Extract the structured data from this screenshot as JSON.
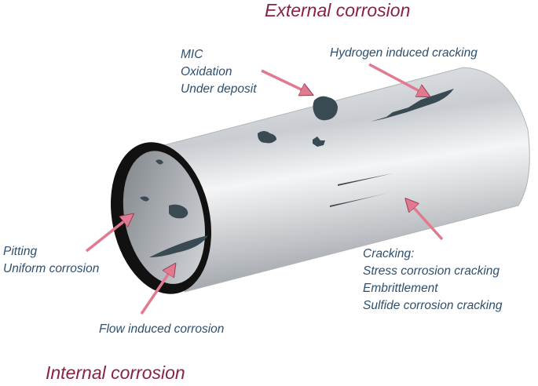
{
  "headings": {
    "external": "External corrosion",
    "internal": "Internal corrosion"
  },
  "labels": {
    "mic": [
      "MIC",
      "Oxidation",
      "Under deposit"
    ],
    "hydrogen": "Hydrogen induced cracking",
    "pitting": [
      "Pitting",
      "Uniform corrosion"
    ],
    "flow": "Flow induced corrosion",
    "cracking": [
      "Cracking:",
      "Stress corrosion cracking",
      "Embrittlement",
      "Sulfide corrosion cracking"
    ]
  },
  "colors": {
    "heading": "#8a2240",
    "label": "#2d4f6e",
    "arrow": "#e07a91",
    "defect": "#3a4a52"
  }
}
